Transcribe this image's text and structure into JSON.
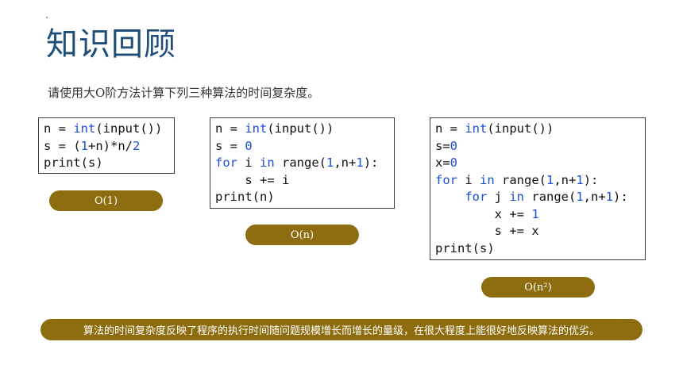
{
  "slide": {
    "title": "知识回顾",
    "subtitle": "请使用大O阶方法计算下列三种算法的时间复杂度。",
    "summary": "算法的时间复杂度反映了程序的执行时间随问题规模增长而增长的量级，在很大程度上能很好地反映算法的优劣。"
  },
  "examples": [
    {
      "code": [
        [
          {
            "t": "n = "
          },
          {
            "t": "int",
            "c": "kw"
          },
          {
            "t": "(input())"
          }
        ],
        [
          {
            "t": "s = ("
          },
          {
            "t": "1",
            "c": "num"
          },
          {
            "t": "+n)*n/"
          },
          {
            "t": "2",
            "c": "num"
          }
        ],
        [
          {
            "t": "print(s)"
          }
        ]
      ],
      "answer": "O(1)"
    },
    {
      "code": [
        [
          {
            "t": "n = "
          },
          {
            "t": "int",
            "c": "kw"
          },
          {
            "t": "(input())"
          }
        ],
        [
          {
            "t": "s = "
          },
          {
            "t": "0",
            "c": "num"
          }
        ],
        [
          {
            "t": "for",
            "c": "kw"
          },
          {
            "t": " i "
          },
          {
            "t": "in",
            "c": "kw"
          },
          {
            "t": " range("
          },
          {
            "t": "1",
            "c": "num"
          },
          {
            "t": ",n+"
          },
          {
            "t": "1",
            "c": "num"
          },
          {
            "t": "):"
          }
        ],
        [
          {
            "t": "    s += i"
          }
        ],
        [
          {
            "t": "print(n)"
          }
        ]
      ],
      "answer": "O(n)"
    },
    {
      "code": [
        [
          {
            "t": "n = "
          },
          {
            "t": "int",
            "c": "kw"
          },
          {
            "t": "(input())"
          }
        ],
        [
          {
            "t": "s="
          },
          {
            "t": "0",
            "c": "num"
          }
        ],
        [
          {
            "t": "x="
          },
          {
            "t": "0",
            "c": "num"
          }
        ],
        [
          {
            "t": "for",
            "c": "kw"
          },
          {
            "t": " i "
          },
          {
            "t": "in",
            "c": "kw"
          },
          {
            "t": " range("
          },
          {
            "t": "1",
            "c": "num"
          },
          {
            "t": ",n+"
          },
          {
            "t": "1",
            "c": "num"
          },
          {
            "t": "):"
          }
        ],
        [
          {
            "t": "    "
          },
          {
            "t": "for",
            "c": "kw"
          },
          {
            "t": " j "
          },
          {
            "t": "in",
            "c": "kw"
          },
          {
            "t": " range("
          },
          {
            "t": "1",
            "c": "num"
          },
          {
            "t": ",n+"
          },
          {
            "t": "1",
            "c": "num"
          },
          {
            "t": "):"
          }
        ],
        [
          {
            "t": "        x += "
          },
          {
            "t": "1",
            "c": "num"
          }
        ],
        [
          {
            "t": "        s += x"
          }
        ],
        [
          {
            "t": "print(s)"
          }
        ]
      ],
      "answer": "O(n²)"
    }
  ],
  "colors": {
    "title": "#1f4e79",
    "accent": "#8d6d0f",
    "keyword": "#1c4fd6"
  }
}
